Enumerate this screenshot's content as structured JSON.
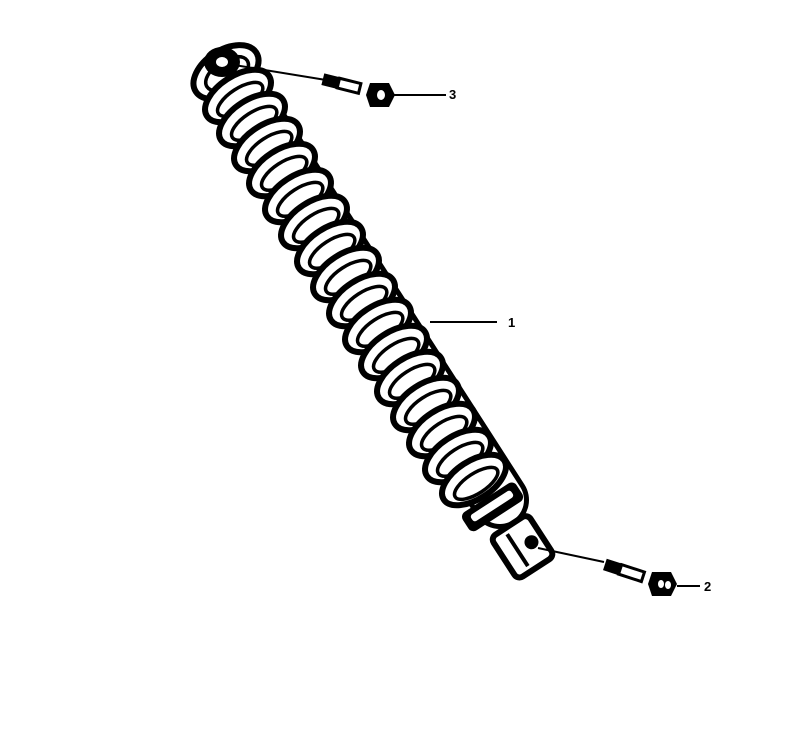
{
  "diagram": {
    "type": "exploded-parts-diagram",
    "background_color": "#ffffff",
    "ink_color": "#000000",
    "parts": [
      {
        "number": "1",
        "name": "shock-absorber",
        "label": "1"
      },
      {
        "number": "2",
        "name": "lower-mounting-bolt",
        "label": "2"
      },
      {
        "number": "3",
        "name": "upper-mounting-bolt",
        "label": "3"
      }
    ],
    "callouts": {
      "part_1": "1",
      "part_2": "2",
      "part_3": "3"
    }
  }
}
